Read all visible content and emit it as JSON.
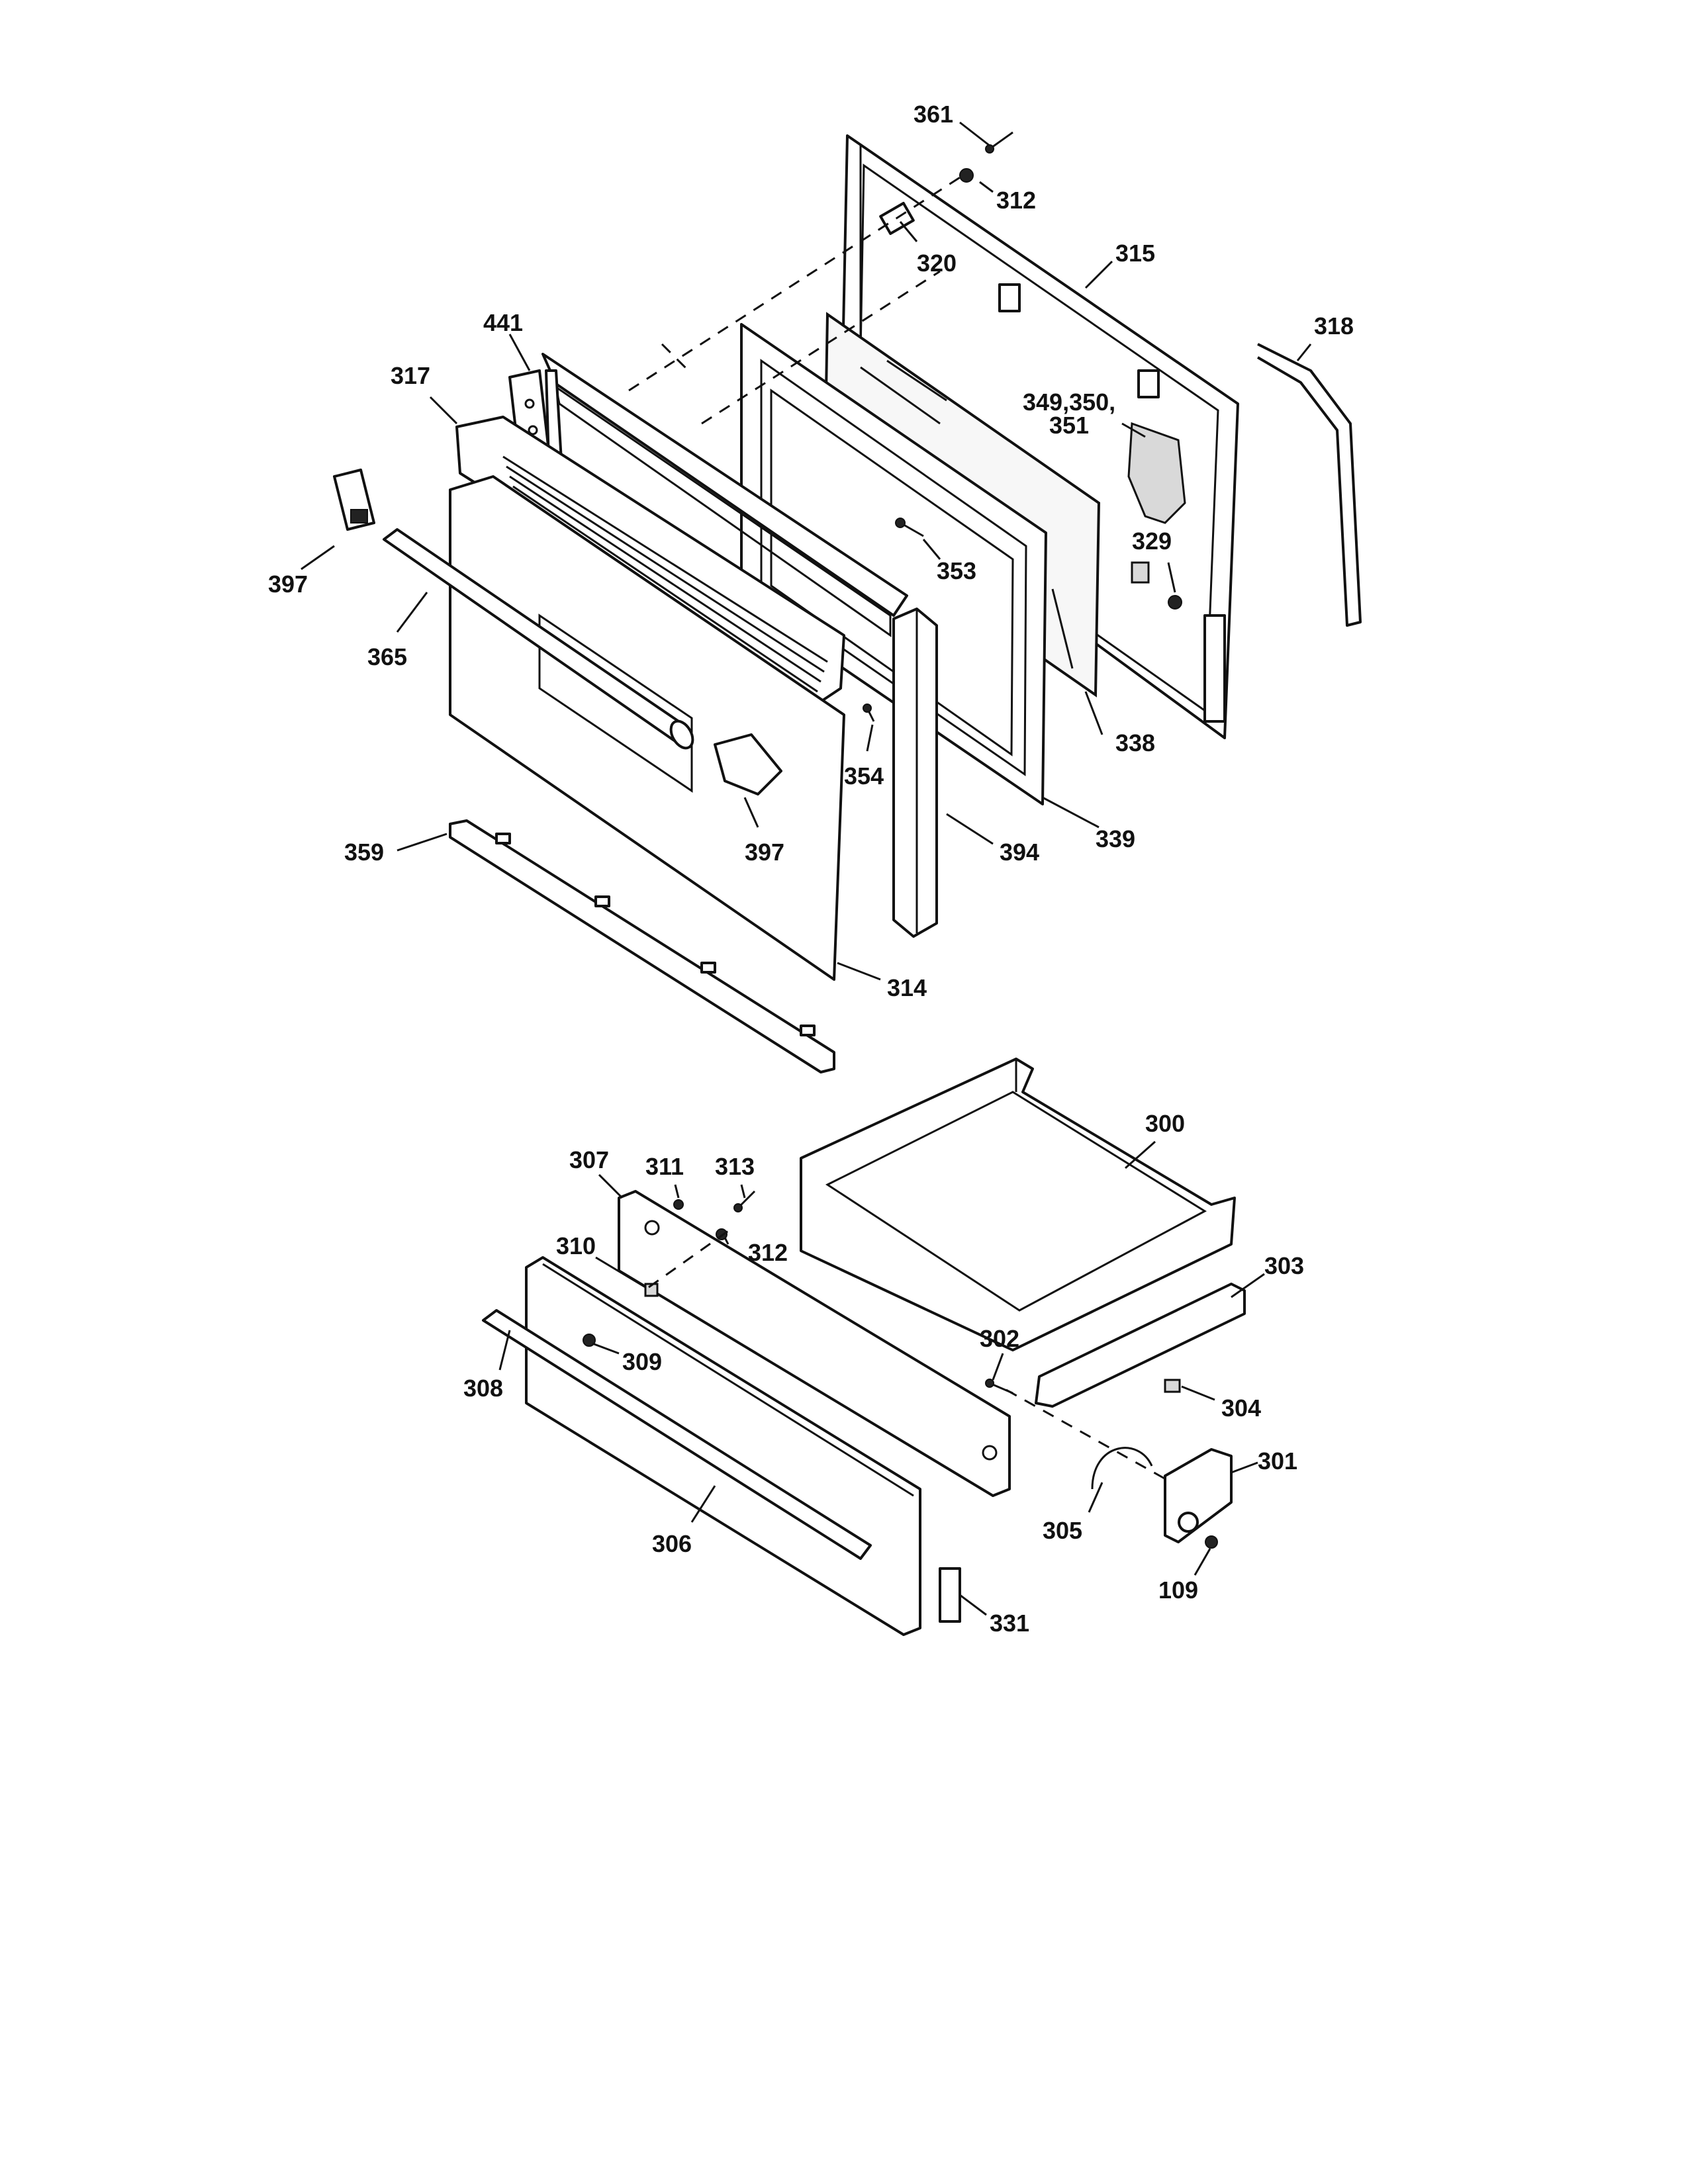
{
  "callouts": {
    "c361": "361",
    "c312a": "312",
    "c320": "320",
    "c315": "315",
    "c318": "318",
    "c441": "441",
    "c317": "317",
    "c349": "349,350,",
    "c351": "351",
    "c329": "329",
    "c397a": "397",
    "c353": "353",
    "c365": "365",
    "c338": "338",
    "c354": "354",
    "c397b": "397",
    "c394": "394",
    "c339": "339",
    "c359": "359",
    "c314": "314",
    "c300": "300",
    "c307": "307",
    "c311": "311",
    "c313": "313",
    "c310": "310",
    "c312b": "312",
    "c303": "303",
    "c302": "302",
    "c309": "309",
    "c308": "308",
    "c304": "304",
    "c301": "301",
    "c305": "305",
    "c306": "306",
    "c109": "109",
    "c331": "331"
  }
}
